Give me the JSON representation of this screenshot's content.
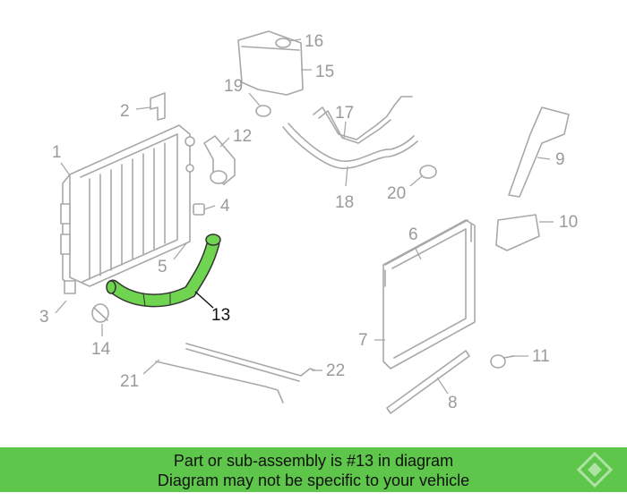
{
  "diagram": {
    "highlighted_part": "13",
    "callouts": [
      {
        "id": "c1",
        "label": "1"
      },
      {
        "id": "c2",
        "label": "2"
      },
      {
        "id": "c3",
        "label": "3"
      },
      {
        "id": "c4",
        "label": "4"
      },
      {
        "id": "c5",
        "label": "5"
      },
      {
        "id": "c6",
        "label": "6"
      },
      {
        "id": "c7",
        "label": "7"
      },
      {
        "id": "c8",
        "label": "8"
      },
      {
        "id": "c9",
        "label": "9"
      },
      {
        "id": "c10",
        "label": "10"
      },
      {
        "id": "c11",
        "label": "11"
      },
      {
        "id": "c12",
        "label": "12"
      },
      {
        "id": "c13",
        "label": "13"
      },
      {
        "id": "c14",
        "label": "14"
      },
      {
        "id": "c15",
        "label": "15"
      },
      {
        "id": "c16",
        "label": "16"
      },
      {
        "id": "c17",
        "label": "17"
      },
      {
        "id": "c18",
        "label": "18"
      },
      {
        "id": "c19",
        "label": "19"
      },
      {
        "id": "c20",
        "label": "20"
      },
      {
        "id": "c21",
        "label": "21"
      },
      {
        "id": "c22",
        "label": "22"
      }
    ],
    "colors": {
      "highlight": "#6fd44f",
      "outline": "#a8a8a8",
      "banner": "#5ec64a"
    }
  },
  "banner": {
    "line1": "Part or sub-assembly is #13 in diagram",
    "line2": "Diagram may not be specific to your vehicle"
  }
}
